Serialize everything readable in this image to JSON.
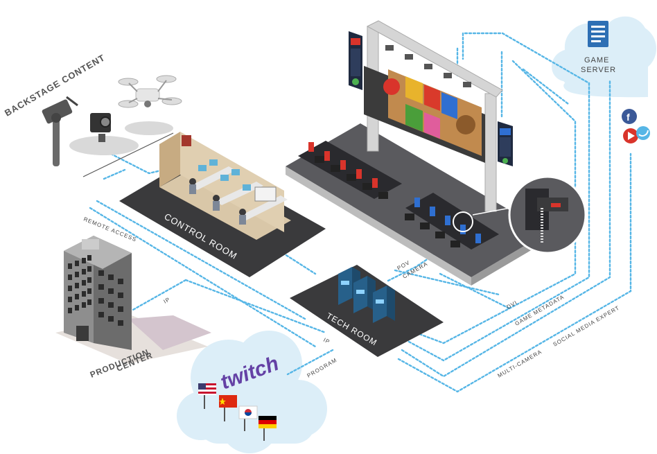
{
  "labels": {
    "backstage_content": "BACKSTAGE CONTENT",
    "control_room": "CONTROL ROOM",
    "remote_access": "REMOTE ACCESS",
    "production_center_1": "PRODUCTION",
    "production_center_2": "CENTER",
    "tech_room": "TECH ROOM",
    "game_server_1": "GAME",
    "game_server_2": "SERVER",
    "ip_upper": "IP",
    "ip_lower": "IP",
    "program": "PROGRAM",
    "pov_camera_1": "POV",
    "pov_camera_2": "CAMERA",
    "dvi": "DVI",
    "game_metadata": "GAME METADATA",
    "multi_camera": "MULTI-CAMERA",
    "social_media_expert": "SOCIAL MEDIA EXPERT",
    "twitch_logo": "twitch"
  },
  "colors": {
    "flow_line": "#56b6e6",
    "cloud": "#dceef8",
    "floor_dark": "#3a3a3c",
    "team_red": "#d9342b",
    "team_blue": "#2f6fd1",
    "twitch_purple": "#6441a5"
  },
  "icons": [
    "gimbal-icon",
    "action-camera-icon",
    "drone-icon",
    "building-icon",
    "server-rack-icon",
    "facebook-icon",
    "youtube-icon",
    "twitter-icon",
    "document-icon"
  ],
  "flags": [
    "usa",
    "china",
    "south-korea",
    "germany"
  ]
}
